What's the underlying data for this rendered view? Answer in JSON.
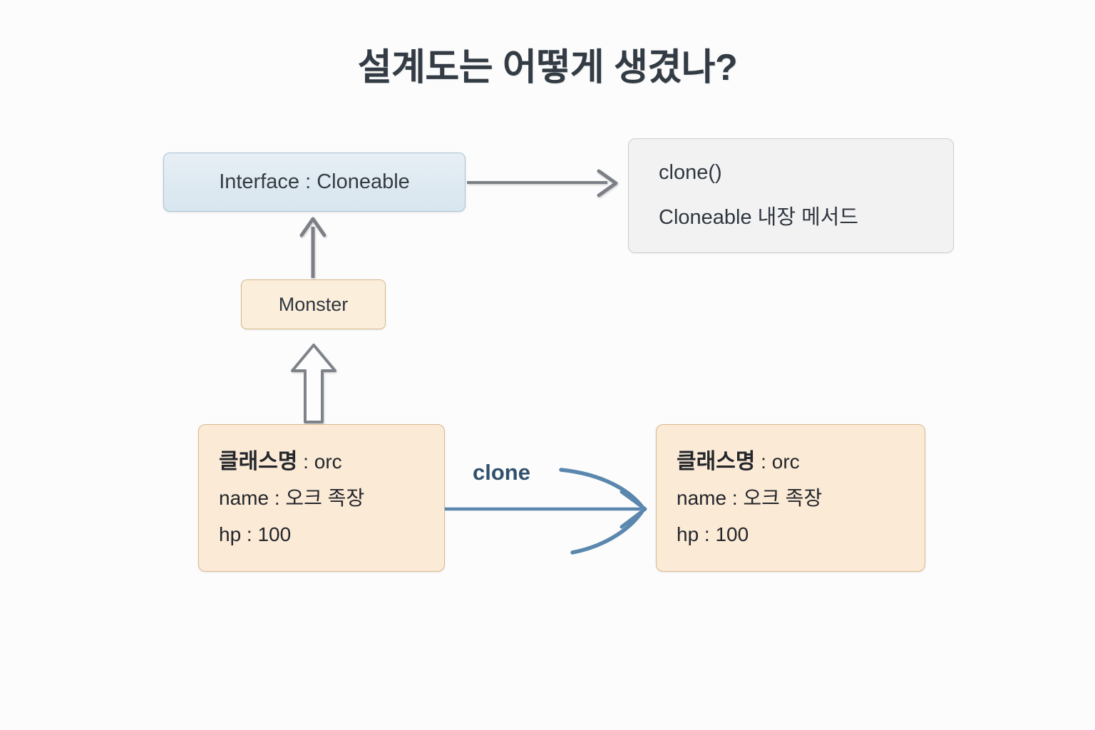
{
  "title": "설계도는 어떻게 생겼나?",
  "colors": {
    "background": "#fcfcfc",
    "title_text": "#333b44",
    "interface_fill": "#e2ecf3",
    "interface_border": "#a9c3d4",
    "note_fill": "#f2f2f2",
    "note_border": "#cfcfcf",
    "class_fill": "#fbead6",
    "class_border": "#d9b98f",
    "gray_arrow": "#7b7f85",
    "clone_arrow": "#5b87ae",
    "clone_label_text": "#31506e"
  },
  "nodes": {
    "interface": {
      "label": "Interface : Cloneable",
      "type": "interface"
    },
    "note": {
      "line1": "clone()",
      "line2": "Cloneable 내장 메서드"
    },
    "monster": {
      "label": "Monster",
      "type": "class"
    },
    "orc_original": {
      "classname_key": "클래스명",
      "classname_sep": " : ",
      "classname_value": "orc",
      "name_line": "name : 오크 족장",
      "hp_line": "hp : 100"
    },
    "orc_clone": {
      "classname_key": "클래스명",
      "classname_sep": " : ",
      "classname_value": "orc",
      "name_line": "name : 오크 족장",
      "hp_line": "hp : 100"
    }
  },
  "edges": {
    "interface_to_note": {
      "style": "solid-line-open-arrow",
      "label": ""
    },
    "monster_to_interface": {
      "style": "solid-filled-arrow",
      "label": ""
    },
    "orc_to_monster": {
      "style": "hollow-block-arrow",
      "label": ""
    },
    "orc_to_clone": {
      "style": "hand-drawn-arrow",
      "label": "clone"
    }
  }
}
